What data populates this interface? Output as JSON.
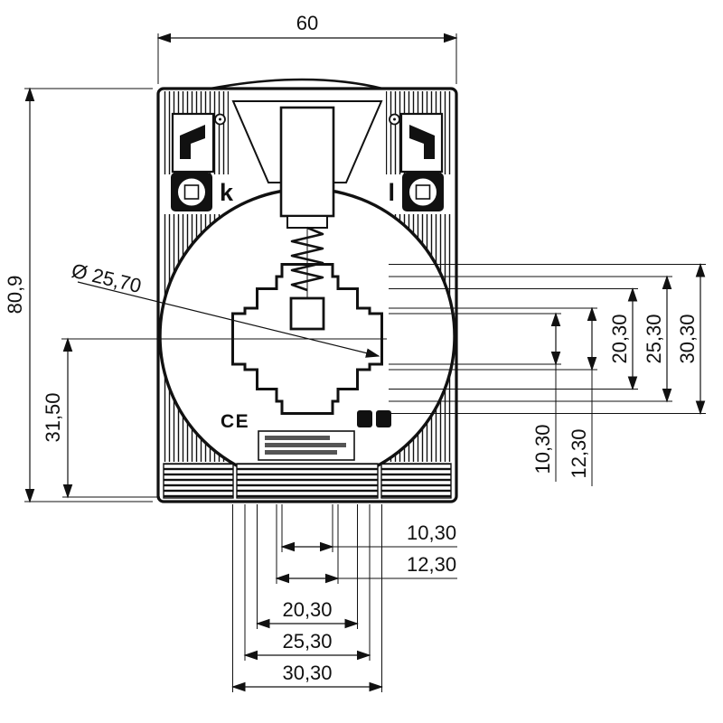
{
  "drawing": {
    "dim_width": "60",
    "dim_height": "80,9",
    "dim_diameter": "Ø 25,70",
    "dim_center_bottom": "31,50",
    "right_dims": {
      "d1030": "10,30",
      "d1230": "12,30",
      "d2030": "20,30",
      "d2530": "25,30",
      "d3030": "30,30"
    },
    "bottom_dims": {
      "d1030": "10,30",
      "d1230": "12,30",
      "d2030": "20,30",
      "d2530": "25,30",
      "d3030": "30,30"
    },
    "labels": {
      "terminal_k": "k",
      "terminal_l": "l",
      "ce_mark": "CE"
    }
  }
}
